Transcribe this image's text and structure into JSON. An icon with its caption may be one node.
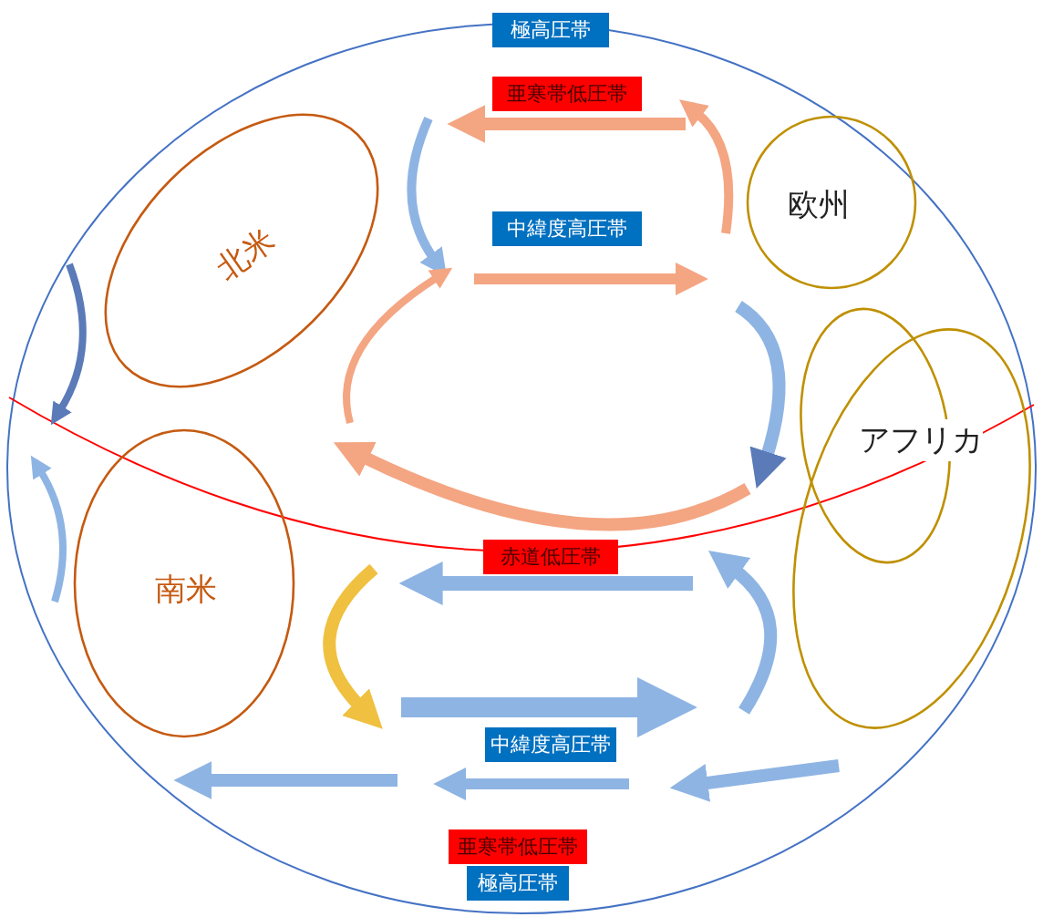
{
  "diagram": {
    "nodes": [
      {
        "text": [
          "北米"
        ]
      },
      {
        "text": [
          "欧州"
        ]
      },
      {
        "text": [
          "アフリカ"
        ]
      },
      {
        "text": [],
        "shape": "ellipse"
      },
      {
        "text": [
          "南米"
        ]
      }
    ],
    "labels": [
      "極高圧帯",
      "亜寒帯低圧帯",
      "中緯度高圧帯",
      "赤道低圧帯",
      "中緯度高圧帯",
      "亜寒帯低圧帯",
      "極高圧帯"
    ]
  }
}
